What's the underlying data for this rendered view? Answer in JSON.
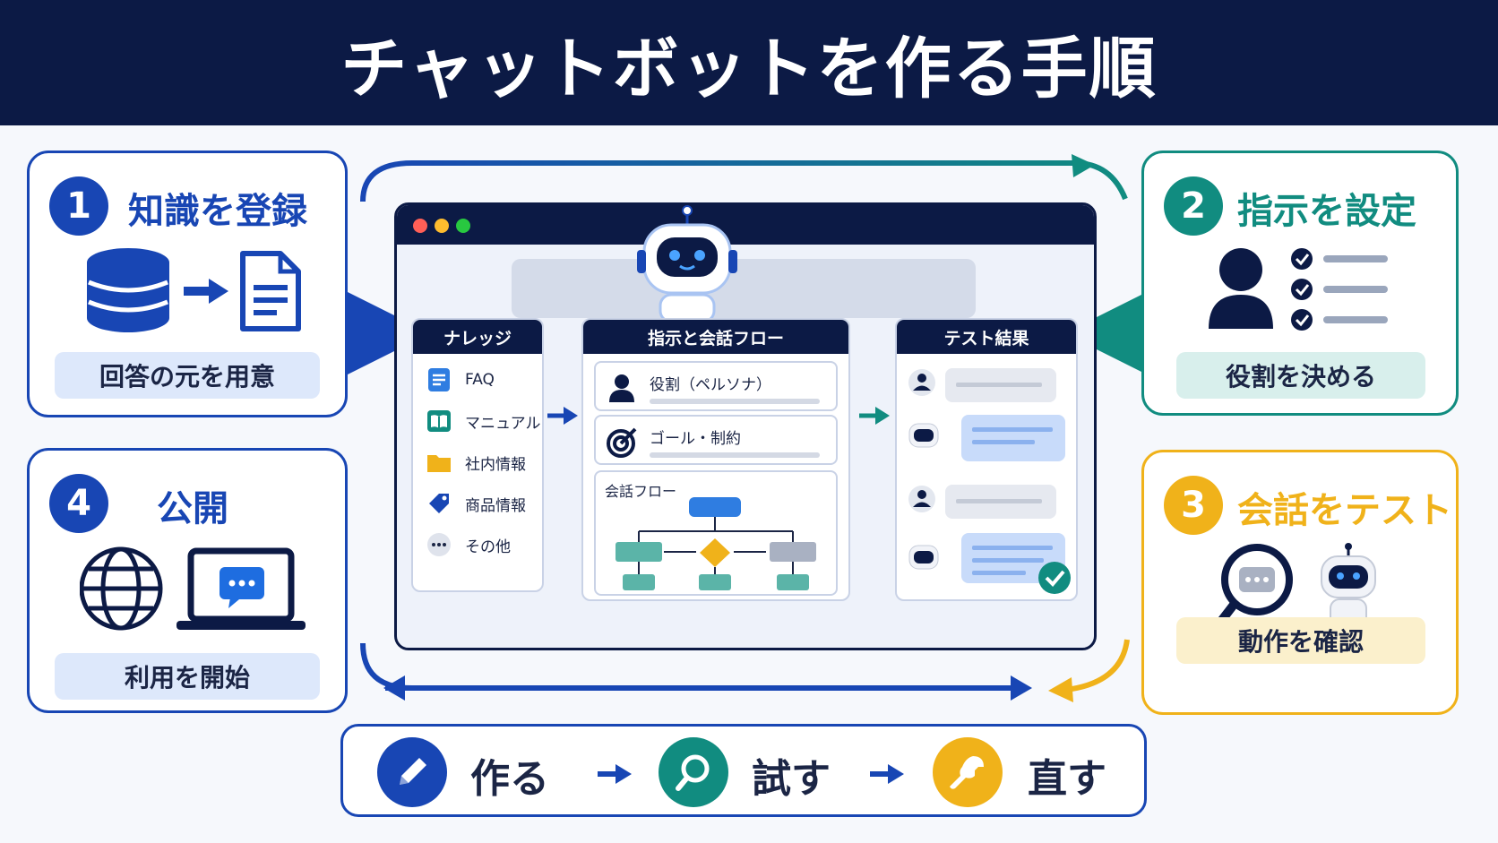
{
  "title": "チャットボットを作る手順",
  "steps": {
    "s1": {
      "number": "1",
      "title": "知識を登録",
      "subtitle": "回答の元を用意",
      "color": "#1846b4",
      "sub_bg": "#dde8fb"
    },
    "s2": {
      "number": "2",
      "title": "指示を設定",
      "subtitle": "役割を決める",
      "color": "#118c80",
      "sub_bg": "#d8efec"
    },
    "s3": {
      "number": "3",
      "title": "会話をテスト",
      "subtitle": "動作を確認",
      "color": "#f0b21a",
      "sub_bg": "#fbf0cc"
    },
    "s4": {
      "number": "4",
      "title": "公開",
      "subtitle": "利用を開始",
      "color": "#1846b4",
      "sub_bg": "#dde8fb"
    }
  },
  "window": {
    "knowledge": {
      "header": "ナレッジ",
      "items": [
        "FAQ",
        "マニュアル",
        "社内情報",
        "商品情報",
        "その他"
      ]
    },
    "instructions": {
      "header": "指示と会話フロー",
      "role_label": "役割（ペルソナ）",
      "goal_label": "ゴール・制約",
      "flow_label": "会話フロー"
    },
    "test": {
      "header": "テスト結果"
    }
  },
  "cycle": {
    "make": "作る",
    "try": "試す",
    "fix": "直す"
  },
  "icons": {
    "s1": [
      "database-icon",
      "document-icon"
    ],
    "s2": [
      "user-icon",
      "checklist-icon"
    ],
    "s3": [
      "magnifier-icon",
      "robot-icon"
    ],
    "s4": [
      "globe-icon",
      "laptop-chat-icon"
    ],
    "cycle": [
      "pencil-icon",
      "search-icon",
      "wrench-icon"
    ]
  },
  "colors": {
    "navy": "#0c1a45",
    "blue": "#1846b4",
    "teal": "#118c80",
    "yellow": "#f0b21a"
  }
}
